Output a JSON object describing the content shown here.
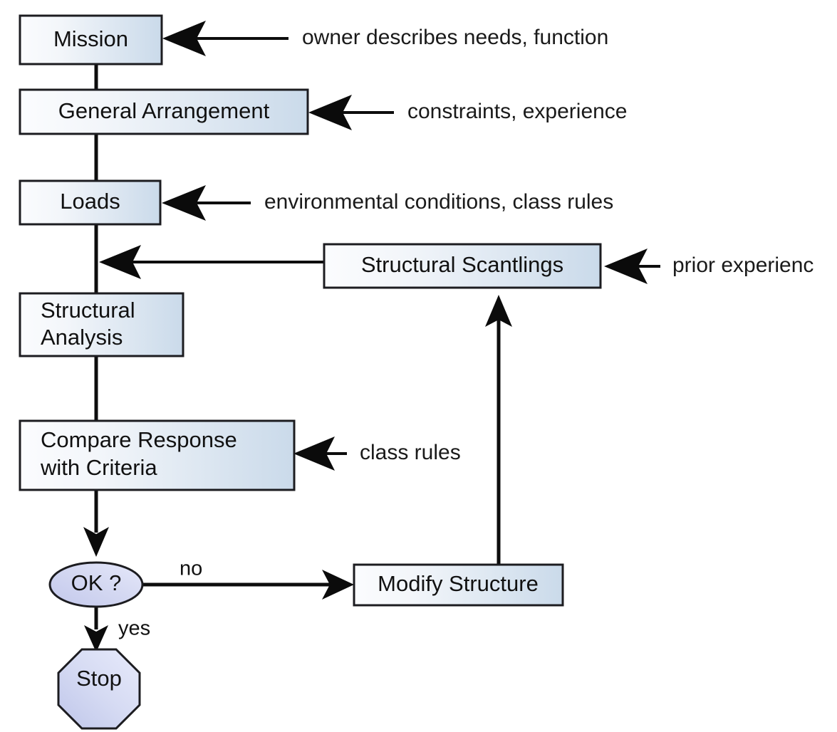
{
  "diagram": {
    "title": "Structural Design Spiral Flowchart",
    "colors": {
      "box_fill_light": "#f8fafc",
      "box_fill_blue": "#ccdaea",
      "decision_fill_light": "#e2e4f7",
      "decision_fill_purple": "#c6cbec",
      "terminator_fill_light": "#dfe2f6",
      "terminator_fill_purple": "#c3c9ec",
      "stroke": "#1c1c20",
      "text": "#111111"
    },
    "nodes": [
      {
        "id": "mission",
        "label": "Mission",
        "shape": "rectangle"
      },
      {
        "id": "general-arrangement",
        "label": "General Arrangement",
        "shape": "rectangle"
      },
      {
        "id": "loads",
        "label": "Loads",
        "shape": "rectangle"
      },
      {
        "id": "structural-scantlings",
        "label": "Structural Scantlings",
        "shape": "rectangle"
      },
      {
        "id": "structural-analysis",
        "label_line1": "Structural",
        "label_line2": "Analysis",
        "shape": "rectangle"
      },
      {
        "id": "compare-response",
        "label_line1": "Compare Response",
        "label_line2": "with Criteria",
        "shape": "rectangle"
      },
      {
        "id": "ok-decision",
        "label": "OK ?",
        "shape": "ellipse"
      },
      {
        "id": "modify-structure",
        "label": "Modify Structure",
        "shape": "rectangle"
      },
      {
        "id": "stop",
        "label": "Stop",
        "shape": "octagon"
      }
    ],
    "annotations": [
      {
        "id": "mission-annotation",
        "text": "owner describes needs, function",
        "target": "mission"
      },
      {
        "id": "general-arrangement-annotation",
        "text": "constraints, experience",
        "target": "general-arrangement"
      },
      {
        "id": "loads-annotation",
        "text": "environmental conditions, class rules",
        "target": "loads"
      },
      {
        "id": "scantlings-annotation",
        "text": "prior experienc",
        "target": "structural-scantlings"
      },
      {
        "id": "compare-annotation",
        "text": "class rules",
        "target": "compare-response"
      }
    ],
    "edge_labels": [
      {
        "id": "no-branch-label",
        "text": "no"
      },
      {
        "id": "yes-branch-label",
        "text": "yes"
      }
    ]
  }
}
